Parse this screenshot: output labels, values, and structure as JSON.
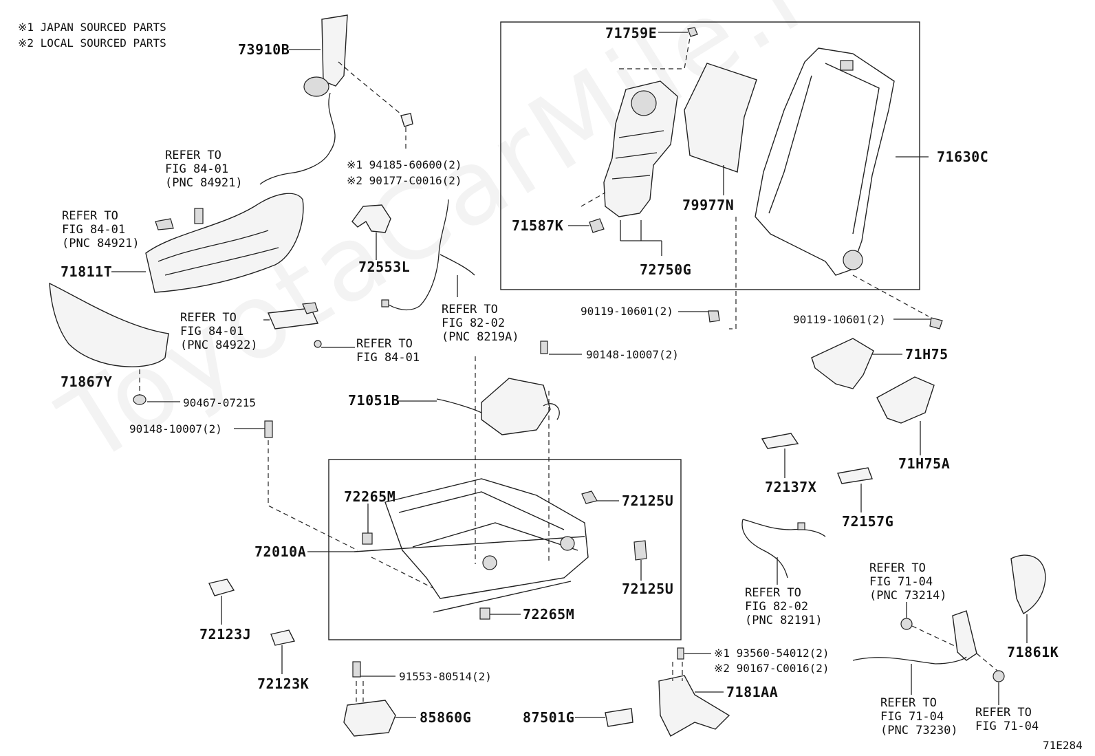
{
  "notes": {
    "japan": "※1 JAPAN SOURCED PARTS",
    "local": "※2 LOCAL SOURCED PARTS"
  },
  "parts": {
    "p73910B": "73910B",
    "p71759E": "71759E",
    "p71630C": "71630C",
    "p79977N": "79977N",
    "p71587K": "71587K",
    "p72750G": "72750G",
    "p71811T": "71811T",
    "p71867Y": "71867Y",
    "p72553L": "72553L",
    "p71051B": "71051B",
    "p71H75": "71H75",
    "p71H75A": "71H75A",
    "p72137X": "72137X",
    "p72157G": "72157G",
    "p72265M_top": "72265M",
    "p72265M_bot": "72265M",
    "p72010A": "72010A",
    "p72125U_top": "72125U",
    "p72125U_bot": "72125U",
    "p72123J": "72123J",
    "p72123K": "72123K",
    "p85860G": "85860G",
    "p87501G": "87501G",
    "p7181AA": "7181AA",
    "p71861K": "71861K"
  },
  "fasteners": {
    "f94185": "※1 94185-60600(2)",
    "f90177": "※2 90177-C0016(2)",
    "f90119_left": "90119-10601(2)",
    "f90119_right": "90119-10601(2)",
    "f90148_top": "90148-10007(2)",
    "f90148_left": "90148-10007(2)",
    "f90467": "90467-07215",
    "f91553": "91553-80514(2)",
    "f93560": "※1 93560-54012(2)",
    "f90167": "※2 90167-C0016(2)"
  },
  "refs": {
    "r1": [
      "REFER TO",
      "FIG 84-01",
      "(PNC 84921)"
    ],
    "r2": [
      "REFER TO",
      "FIG 84-01",
      "(PNC 84921)"
    ],
    "r3": [
      "REFER TO",
      "FIG 84-01",
      "(PNC 84922)"
    ],
    "r4": [
      "REFER TO",
      "FIG 84-01"
    ],
    "r5": [
      "REFER TO",
      "FIG 82-02",
      "(PNC 8219A)"
    ],
    "r6": [
      "REFER TO",
      "FIG 82-02",
      "(PNC 82191)"
    ],
    "r7": [
      "REFER TO",
      "FIG 71-04",
      "(PNC 73214)"
    ],
    "r8": [
      "REFER TO",
      "FIG 71-04",
      "(PNC 73230)"
    ],
    "r9": [
      "REFER TO",
      "FIG 71-04"
    ]
  },
  "watermark": "ToyotaCarMile.ru",
  "figure_id": "71E284",
  "colors": {
    "line": "#222222",
    "fill": "#f4f4f4",
    "shade": "#d8d8d8"
  }
}
